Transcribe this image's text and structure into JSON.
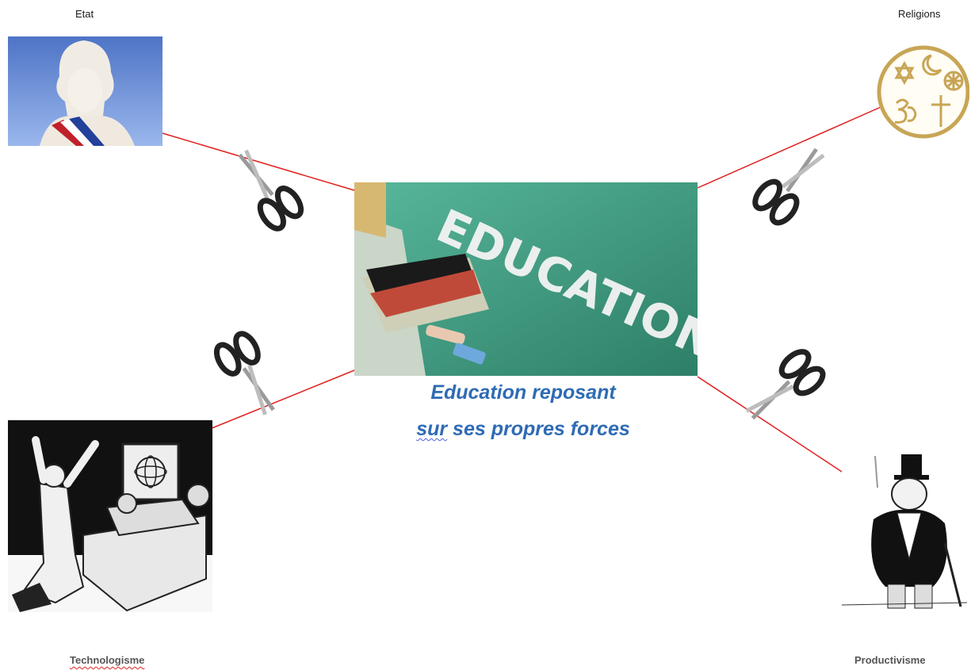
{
  "corners": {
    "top_left": "Etat",
    "top_right": "Religions",
    "bottom_left": "Technologisme",
    "bottom_right": "Productivisme"
  },
  "center": {
    "board_text": "EDUCATION",
    "caption_line1": "Education reposant",
    "caption_line2_word": "sur",
    "caption_line2_rest": " ses propres forces"
  },
  "colors": {
    "connector": "#e02020",
    "caption": "#2e6bb5",
    "board": "#3f9a82"
  },
  "icons": [
    "marianne-bust-image",
    "religions-symbol-icon",
    "scientist-computer-image",
    "capitalist-man-image",
    "scissors-icon",
    "chalkboard-image"
  ]
}
